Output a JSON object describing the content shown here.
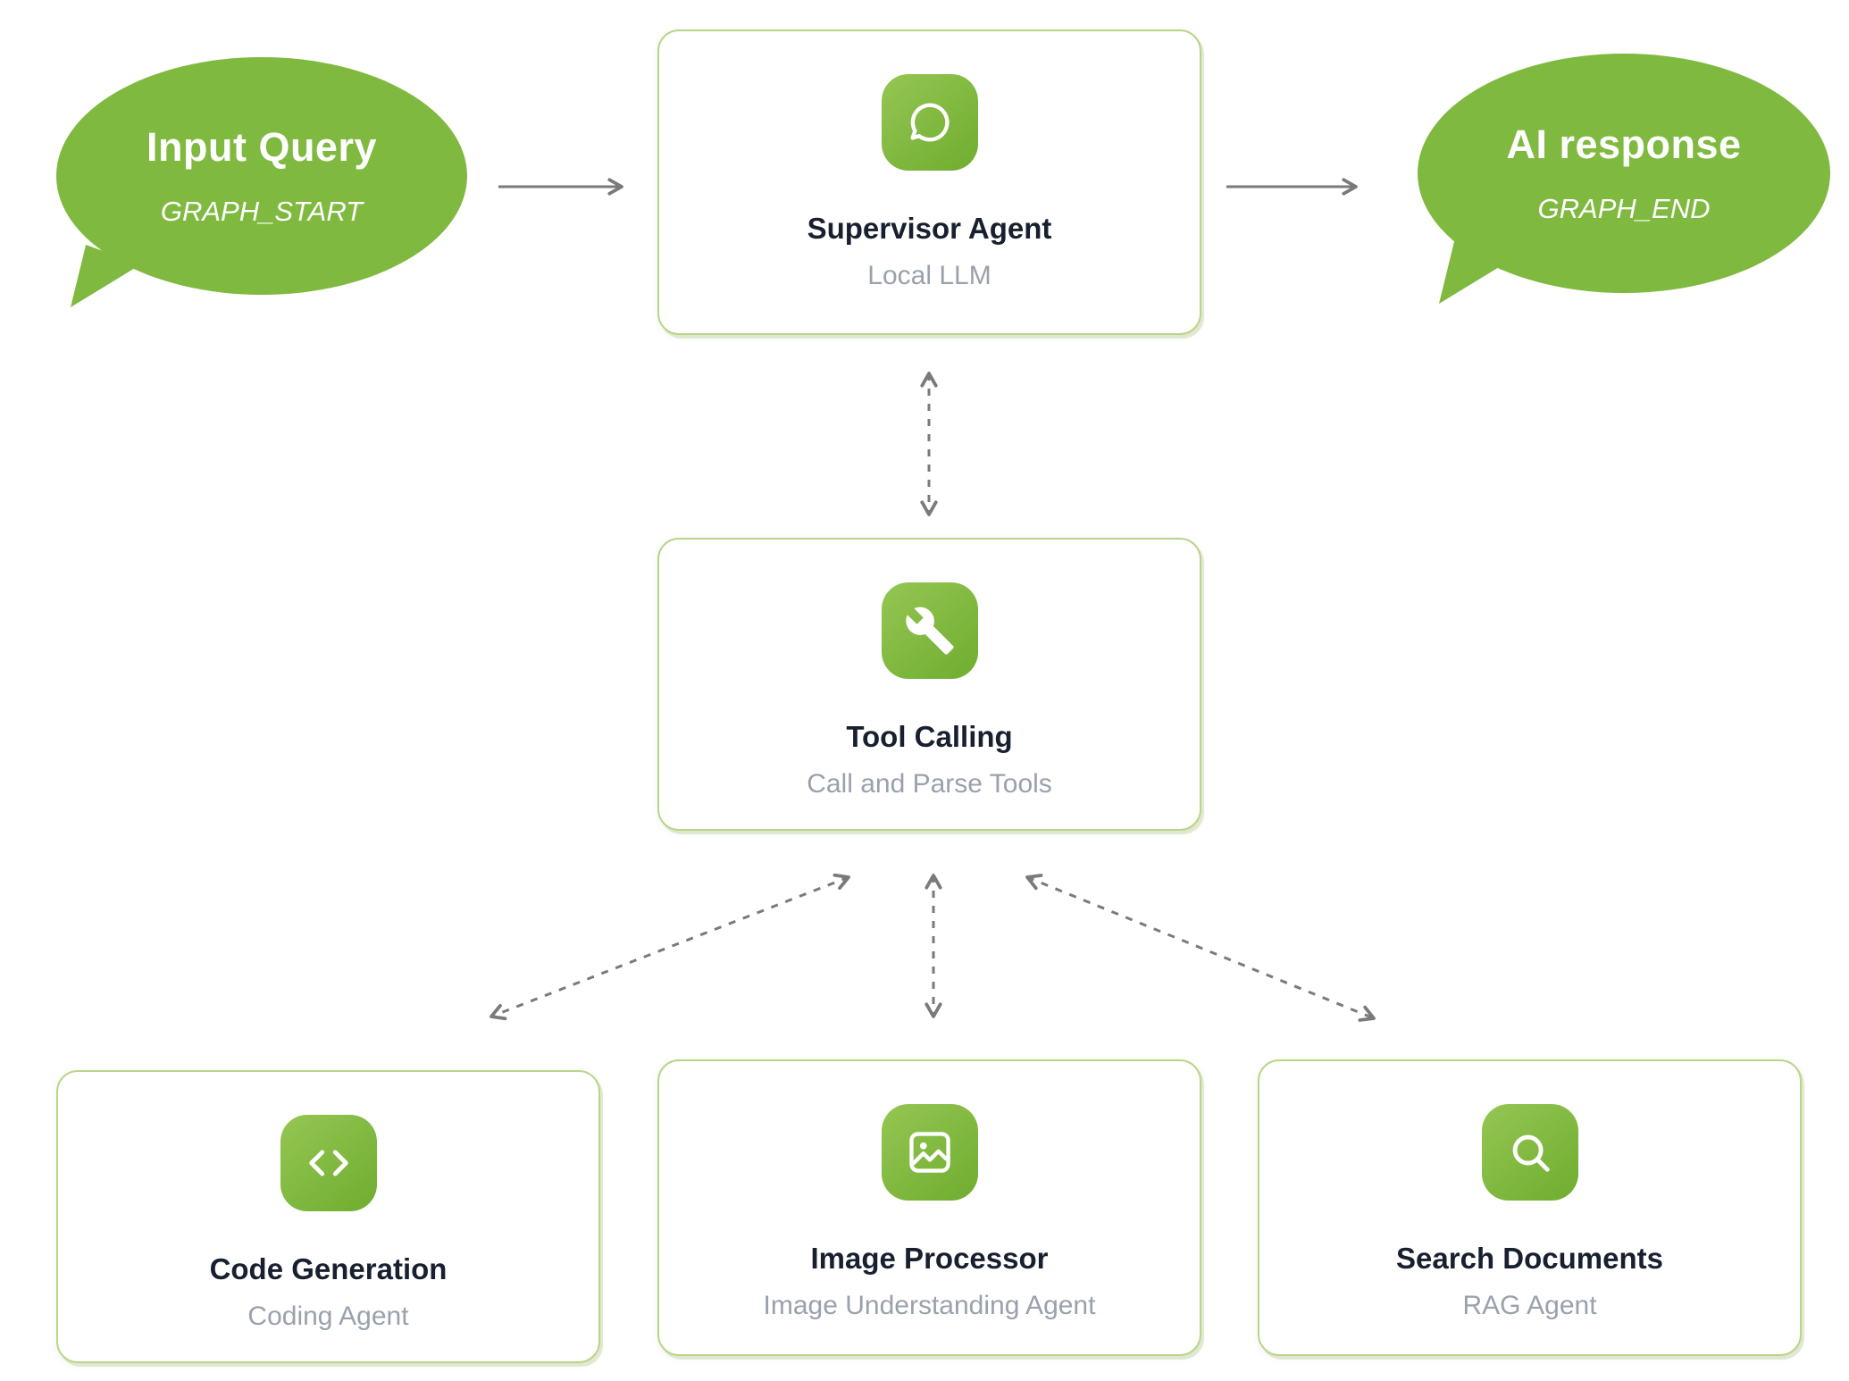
{
  "colors": {
    "accent_green": "#7fb93f",
    "icon_gradient_start": "#95c653",
    "icon_gradient_end": "#6fad2f",
    "card_border_green": "#b9d688",
    "arrow_gray": "#7a7a7a",
    "title_text": "#18202f",
    "subtitle_text": "#99a1ac"
  },
  "nodes": {
    "input_query": {
      "title": "Input Query",
      "subtitle": "GRAPH_START"
    },
    "supervisor": {
      "title": "Supervisor Agent",
      "subtitle": "Local LLM",
      "icon": "chat-bubble-icon"
    },
    "ai_response": {
      "title": "AI response",
      "subtitle": "GRAPH_END"
    },
    "tool_calling": {
      "title": "Tool Calling",
      "subtitle": "Call and Parse Tools",
      "icon": "wrench-icon"
    },
    "code_generation": {
      "title": "Code Generation",
      "subtitle": "Coding Agent",
      "icon": "code-icon"
    },
    "image_processor": {
      "title": "Image Processor",
      "subtitle": "Image Understanding Agent",
      "icon": "image-icon"
    },
    "search_documents": {
      "title": "Search Documents",
      "subtitle": "RAG Agent",
      "icon": "search-icon"
    }
  },
  "edges": [
    {
      "from": "input_query",
      "to": "supervisor",
      "style": "solid",
      "direction": "one-way"
    },
    {
      "from": "supervisor",
      "to": "ai_response",
      "style": "solid",
      "direction": "one-way"
    },
    {
      "from": "supervisor",
      "to": "tool_calling",
      "style": "dashed",
      "direction": "two-way"
    },
    {
      "from": "tool_calling",
      "to": "image_processor",
      "style": "dashed",
      "direction": "two-way"
    },
    {
      "from": "tool_calling",
      "to": "code_generation",
      "style": "dashed",
      "direction": "two-way"
    },
    {
      "from": "tool_calling",
      "to": "search_documents",
      "style": "dashed",
      "direction": "two-way"
    }
  ]
}
